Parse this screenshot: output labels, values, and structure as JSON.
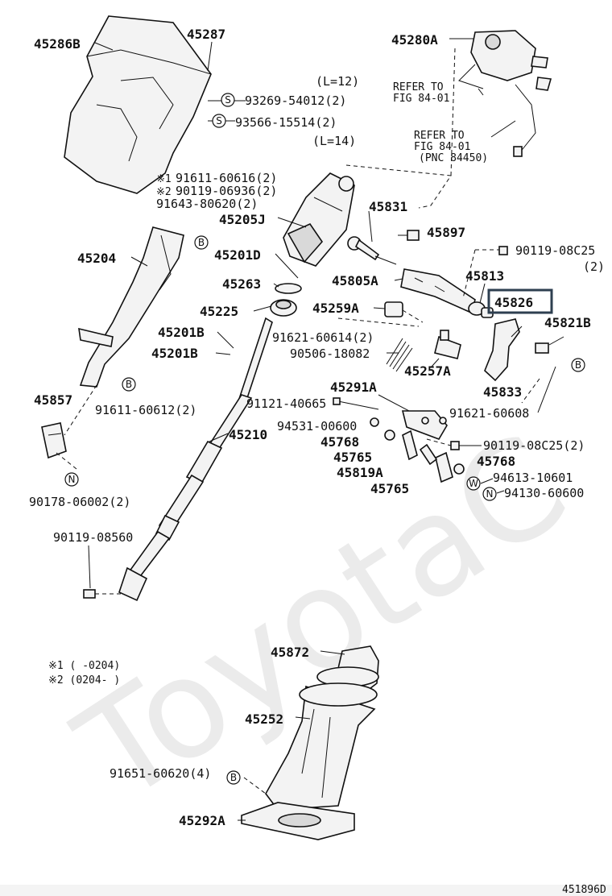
{
  "watermark": "ToyotaC",
  "footer_code": "451896D",
  "labels": {
    "p45286B": "45286B",
    "p45287": "45287",
    "p93269": "93269-54012(2)",
    "p93566": "93566-15514(2)",
    "l12": "(L=12)",
    "l14": "(L=14)",
    "p91611_60616": "91611-60616(2)",
    "p90119_06936": "90119-06936(2)",
    "p91643": "91643-80620(2)",
    "p45205J": "45205J",
    "p45204": "45204",
    "p45201D": "45201D",
    "p45263": "45263",
    "p45225": "45225",
    "p45201B_1": "45201B",
    "p45201B_2": "45201B",
    "p45857": "45857",
    "p91611_60612": "91611-60612(2)",
    "p90178": "90178-06002(2)",
    "p90119_08560": "90119-08560",
    "p45210": "45210",
    "p45280A": "45280A",
    "refer1a": "REFER TO",
    "refer1b": "FIG 84-01",
    "refer2a": "REFER TO",
    "refer2b": "FIG 84-01",
    "refer2c": "(PNC 84450)",
    "p45831": "45831",
    "p45897": "45897",
    "p90119_08C25_a": "90119-08C25",
    "p90119_08C25_a2": "(2)",
    "p45805A": "45805A",
    "p45813": "45813",
    "p45826": "45826",
    "p45259A": "45259A",
    "p45821B": "45821B",
    "p91621_60614": "91621-60614(2)",
    "p90506": "90506-18082",
    "p45257A": "45257A",
    "p45833": "45833",
    "p45291A": "45291A",
    "p91621_60608": "91621-60608",
    "p91121": "91121-40665",
    "p94531": "94531-00600",
    "p45768_1": "45768",
    "p90119_08C25_b": "90119-08C25(2)",
    "p45765_1": "45765",
    "p45768_2": "45768",
    "p45819A": "45819A",
    "p94613": "94613-10601",
    "p45765_2": "45765",
    "p94130": "94130-60600",
    "note1": "※1 (     -0204)",
    "note2": "※2 (0204-     )",
    "p45872": "45872",
    "p45252": "45252",
    "p91651": "91651-60620(4)",
    "p45292A": "45292A",
    "mark1": "※1",
    "mark2": "※2"
  },
  "callouts": {
    "S": "S",
    "B": "B",
    "N": "N",
    "W": "W"
  },
  "highlighted_part": "45826",
  "colors": {
    "highlight_box": "#2e3f50",
    "line": "#111111",
    "watermark": "#ebebeb"
  }
}
